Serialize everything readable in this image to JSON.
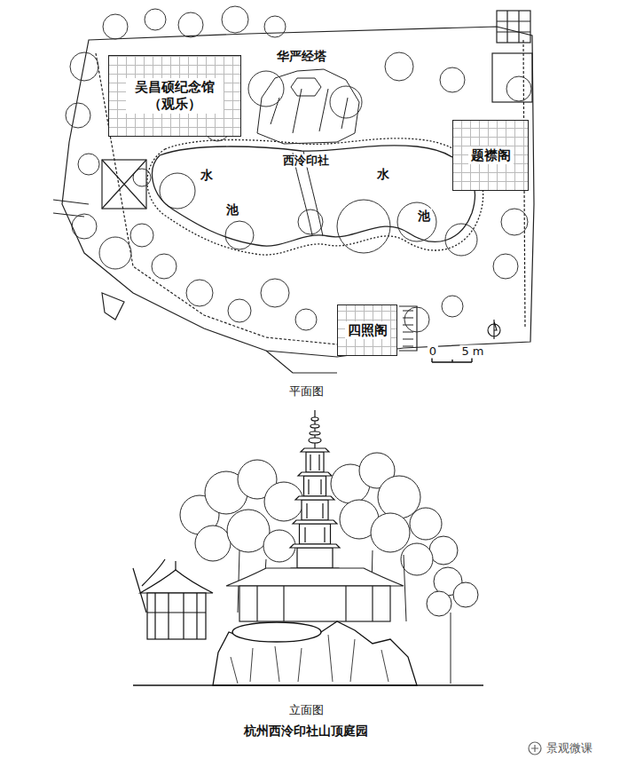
{
  "diagram": {
    "caption": "杭州西泠印社山顶庭园",
    "nodes": [
      {
        "text": [
          "吴昌硕纪念馆 （观乐）"
        ]
      },
      {
        "text": [
          "题襟阁"
        ]
      },
      {
        "text": [
          "四照阁"
        ]
      }
    ],
    "labels": [
      "华严经塔",
      "西泠印社",
      "水",
      "池",
      "水",
      "池",
      "0",
      "5 m",
      "平面图",
      "立面图",
      "景观微课"
    ]
  }
}
